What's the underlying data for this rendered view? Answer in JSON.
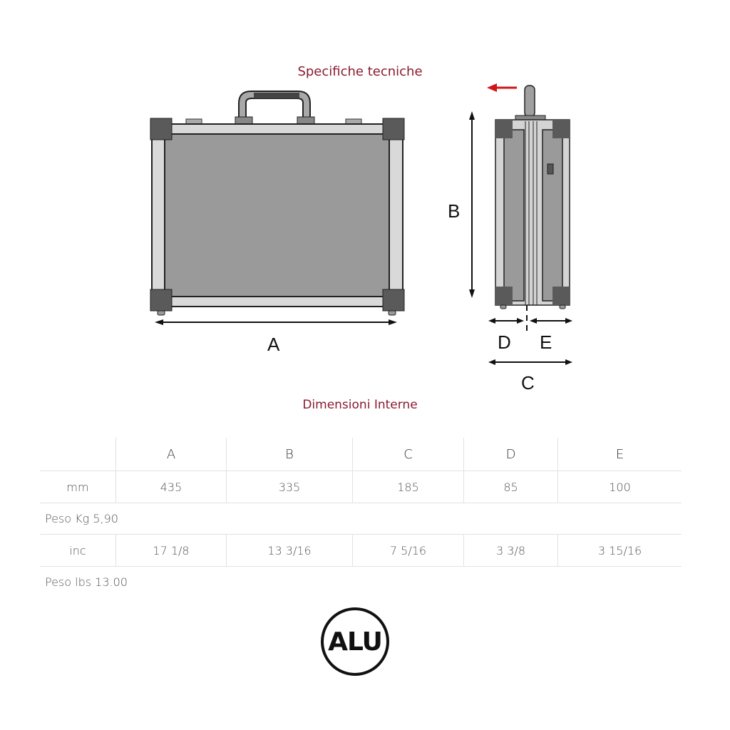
{
  "header": {
    "title": "Specifiche tecniche"
  },
  "diagram": {
    "front_view": {
      "dimension_label": "A"
    },
    "side_view": {
      "height_label": "B",
      "left_depth_label": "D",
      "right_depth_label": "E",
      "total_depth_label": "C",
      "opening_arrow_color": "#d0151b"
    }
  },
  "section": {
    "title": "Dimensioni Interne"
  },
  "table": {
    "columns": [
      "",
      "A",
      "B",
      "C",
      "D",
      "E"
    ],
    "rows": {
      "mm": {
        "unit": "mm",
        "values": [
          "435",
          "335",
          "185",
          "85",
          "100"
        ]
      },
      "weight_kg": "Peso  Kg 5,90",
      "inc": {
        "unit": "inc",
        "values": [
          "17 1/8",
          "13 3/16",
          "7 5/16",
          "3 3/8",
          "3 15/16"
        ]
      },
      "weight_lbs": "Peso  lbs 13.00"
    }
  },
  "badge": {
    "label": "ALU"
  },
  "colors": {
    "accent": "#8a1a2e",
    "case_body": "#9a9a9a",
    "frame": "#d6d6d6",
    "corner": "#555555"
  }
}
